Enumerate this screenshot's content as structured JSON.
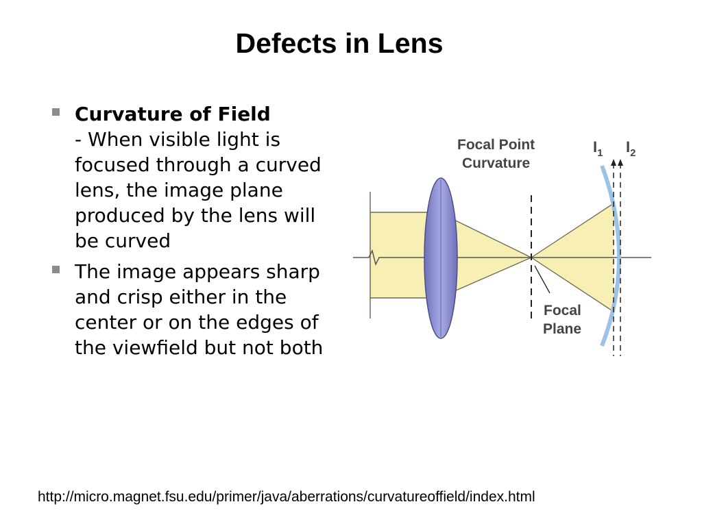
{
  "slide": {
    "title": "Defects in Lens",
    "bullets": [
      {
        "heading": "Curvature of Field",
        "text": "- When visible light is focused through a curved lens, the image plane produced by the lens will be curved"
      },
      {
        "heading": "",
        "text": "The image appears sharp and crisp either in the center or on the edges of the viewfield but not both"
      }
    ],
    "source_url": "http://micro.magnet.fsu.edu/primer/java/aberrations/curvatureoffield/index.html"
  },
  "figure": {
    "label_focal_point_line1": "Focal Point",
    "label_focal_point_line2": "Curvature",
    "label_i1": "I",
    "label_i1_sub": "1",
    "label_i2": "I",
    "label_i2_sub": "2",
    "label_focal_plane_line1": "Focal",
    "label_focal_plane_line2": "Plane",
    "colors": {
      "beam": "#f7efb4",
      "beam_edge": "#6d6a55",
      "lens": "#8c8fd3",
      "curved_plane": "#9cc3e6"
    }
  }
}
